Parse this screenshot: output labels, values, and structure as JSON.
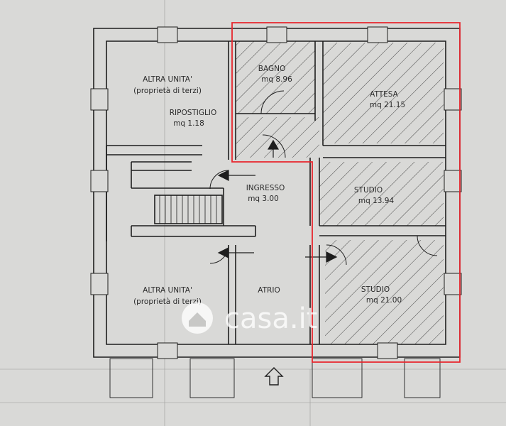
{
  "plan": {
    "rooms": [
      {
        "id": "altra-1",
        "name": "ALTRA UNITA'",
        "note": "(proprietà di terzi)",
        "area": ""
      },
      {
        "id": "ripostiglio",
        "name": "RIPOSTIGLIO",
        "note": "",
        "area": "mq 1.18"
      },
      {
        "id": "bagno",
        "name": "BAGNO",
        "note": "",
        "area": "mq 8.96"
      },
      {
        "id": "attesa",
        "name": "ATTESA",
        "note": "",
        "area": "mq 21.15"
      },
      {
        "id": "ingresso",
        "name": "INGRESSO",
        "note": "",
        "area": "mq 3.00"
      },
      {
        "id": "studio-1",
        "name": "STUDIO",
        "note": "",
        "area": "mq 13.94"
      },
      {
        "id": "altra-2",
        "name": "ALTRA UNITA'",
        "note": "(proprietà di terzi)",
        "area": ""
      },
      {
        "id": "atrio",
        "name": "ATRIO",
        "note": "",
        "area": ""
      },
      {
        "id": "studio-2",
        "name": "STUDIO",
        "note": "",
        "area": "mq 21.00"
      }
    ],
    "watermark": "casa.it",
    "colors": {
      "paper": "#d9d9d7",
      "wall": "#1e1e1e",
      "highlight": "#e8262e",
      "hatch": "#3a3a3a"
    }
  }
}
